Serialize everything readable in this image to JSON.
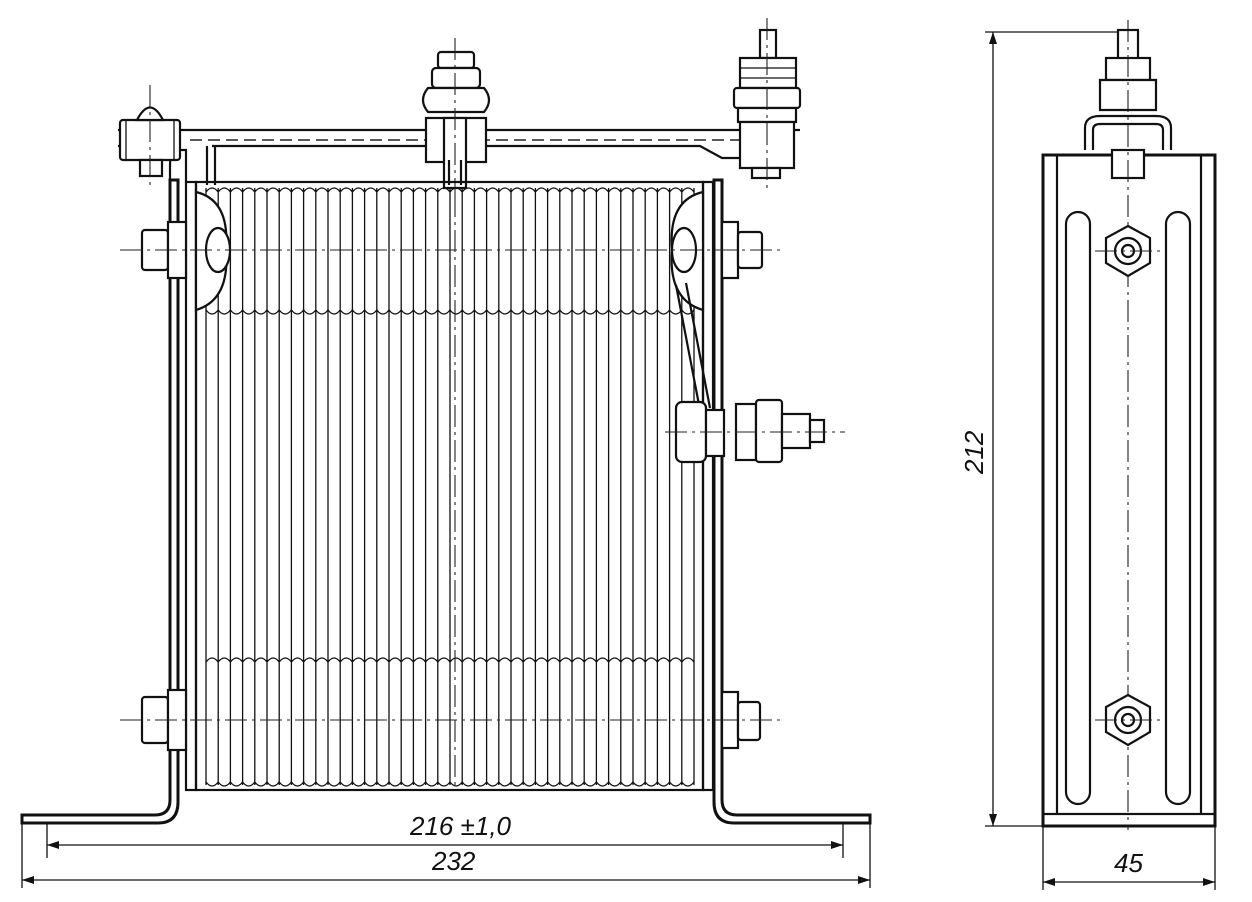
{
  "dimensions": {
    "inner_width": "216 ±1,0",
    "overall_width": "232",
    "height": "212",
    "depth": "45"
  }
}
